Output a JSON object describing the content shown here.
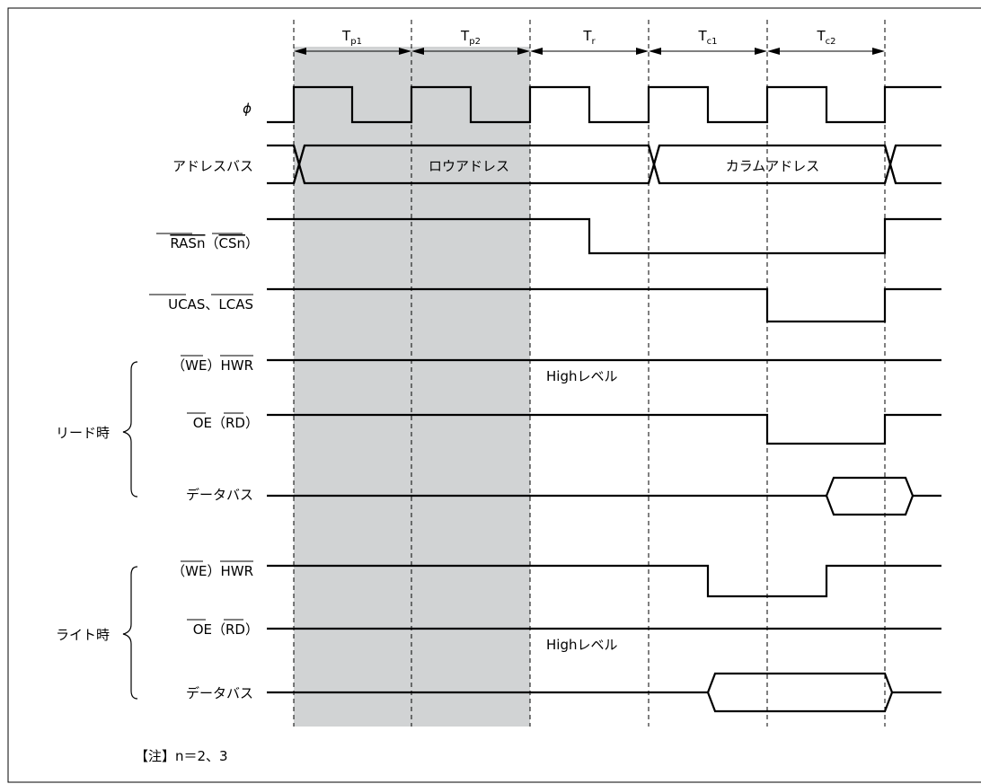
{
  "periods": [
    {
      "main": "T",
      "sub": "p1"
    },
    {
      "main": "T",
      "sub": "p2"
    },
    {
      "main": "T",
      "sub": "r"
    },
    {
      "main": "T",
      "sub": "c1"
    },
    {
      "main": "T",
      "sub": "c2"
    }
  ],
  "signals": {
    "phi": "ϕ",
    "address_bus": "アドレスバス",
    "row_address": "ロウアドレス",
    "column_address": "カラムアドレス",
    "ras": {
      "a": "RASn",
      "b": "（",
      "c": "CSn",
      "d": "）"
    },
    "cas": {
      "a": "UCAS",
      "b": "、",
      "c": "LCAS"
    },
    "we_hwr": {
      "a": "（",
      "b": "WE",
      "c": "）",
      "d": "HWR"
    },
    "oe_rd": {
      "a": "OE",
      "b": "（",
      "c": "RD",
      "d": "）"
    },
    "data_bus": "データバス",
    "high_level": "Highレベル"
  },
  "groups": {
    "read": "リード時",
    "write": "ライト時"
  },
  "note": "【注】n＝2、3",
  "colors": {
    "precharge_shade": "#d1d3d4",
    "line": "#000000",
    "background": "#ffffff"
  }
}
